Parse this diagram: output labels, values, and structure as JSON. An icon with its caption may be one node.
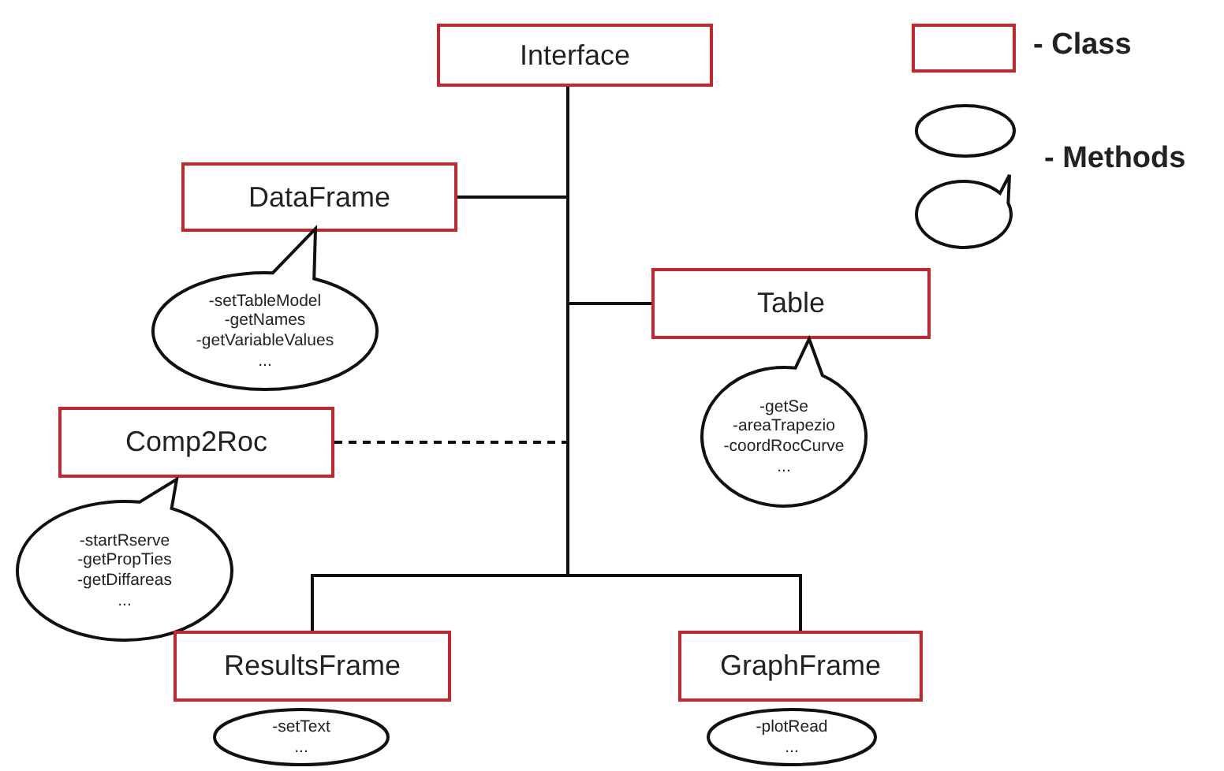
{
  "diagram": {
    "nodes": [
      {
        "text": [
          "Interface"
        ]
      },
      {
        "text": [
          "DataFrame"
        ]
      },
      {
        "text": [
          "-setTableModel",
          "-getNames",
          "-getVariableValues",
          "..."
        ]
      },
      {
        "text": [
          "Table"
        ]
      },
      {
        "text": [
          "-getSe",
          "-areaTrapezio",
          "-coordRocCurve",
          "..."
        ]
      },
      {
        "text": [
          "Comp2Roc"
        ]
      },
      {
        "text": [
          "-startRserve",
          "-getPropTies",
          "-getDiffareas",
          "..."
        ]
      },
      {
        "text": [
          "ResultsFrame"
        ]
      },
      {
        "text": [
          "-setText",
          "..."
        ]
      },
      {
        "text": [
          "GraphFrame"
        ]
      },
      {
        "text": [
          "-plotRead",
          "..."
        ]
      }
    ],
    "edges": [
      {
        "from": 0,
        "to": 1,
        "arrow": "none"
      },
      {
        "from": 0,
        "to": 3,
        "arrow": "none"
      },
      {
        "from": 5,
        "to": 0,
        "arrow": "none",
        "style": "dashed"
      },
      {
        "from": 0,
        "to": 7,
        "arrow": "none"
      },
      {
        "from": 0,
        "to": 9,
        "arrow": "none"
      }
    ],
    "legend": [
      {
        "text": "- Class"
      },
      {
        "text": "- Methods"
      }
    ]
  }
}
